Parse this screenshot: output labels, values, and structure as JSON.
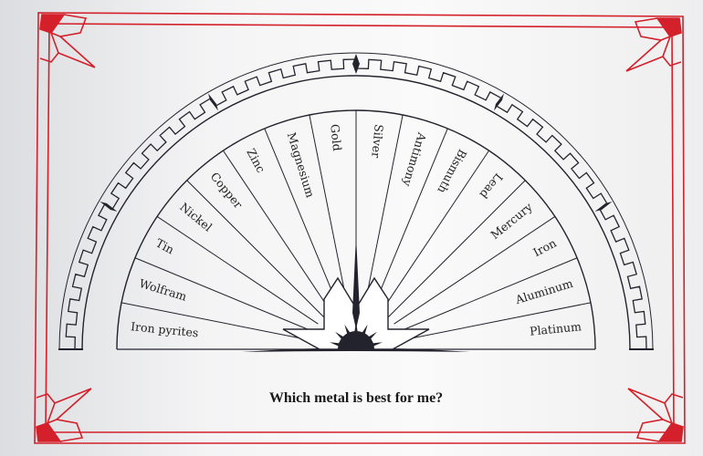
{
  "title": "Which metal is best for me?",
  "sectors": [
    "Iron pyrites",
    "Wolfram",
    "Tin",
    "Nickel",
    "Copper",
    "Zinc",
    "Magnesium",
    "Gold",
    "Silver",
    "Antimony",
    "Bismuth",
    "Lead",
    "Mercury",
    "Iron",
    "Aluminum",
    "Platinum"
  ],
  "colors": {
    "border": "#d4202a",
    "ink": "#23232e"
  }
}
